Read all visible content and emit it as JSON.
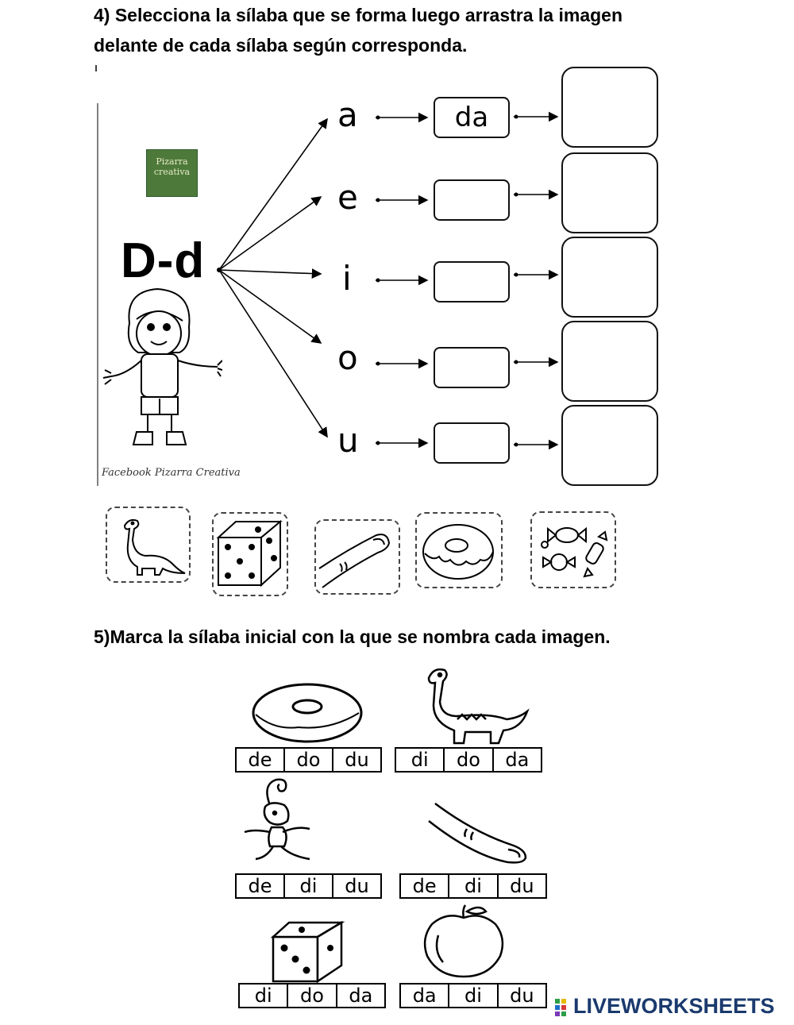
{
  "exercise4": {
    "title_line1": "4) Selecciona la sílaba que se forma luego arrastra la imagen",
    "title_line2": "delante de cada sílaba según corresponda.",
    "letter": "D-d",
    "logo_text": "Pizarra creativa",
    "credit": "Facebook Pizarra Creativa",
    "rows": [
      {
        "vowel": "a",
        "syllable": "da"
      },
      {
        "vowel": "e",
        "syllable": ""
      },
      {
        "vowel": "i",
        "syllable": ""
      },
      {
        "vowel": "o",
        "syllable": ""
      },
      {
        "vowel": "u",
        "syllable": ""
      }
    ],
    "draggables": [
      "dinosaur",
      "dice",
      "finger",
      "donut",
      "candy"
    ]
  },
  "exercise5": {
    "title": "5)Marca la sílaba inicial con la que se nombra cada imagen.",
    "items": [
      {
        "picture": "donut",
        "options": [
          "de",
          "do",
          "du"
        ]
      },
      {
        "picture": "dinosaur",
        "options": [
          "di",
          "do",
          "da"
        ]
      },
      {
        "picture": "elf",
        "options": [
          "de",
          "di",
          "du"
        ]
      },
      {
        "picture": "finger",
        "options": [
          "de",
          "di",
          "du"
        ]
      },
      {
        "picture": "dice",
        "options": [
          "di",
          "do",
          "da"
        ]
      },
      {
        "picture": "peach",
        "options": [
          "da",
          "di",
          "du"
        ]
      }
    ]
  },
  "branding": {
    "name": "LIVEWORKSHEETS",
    "color": "#1a3a6e"
  }
}
